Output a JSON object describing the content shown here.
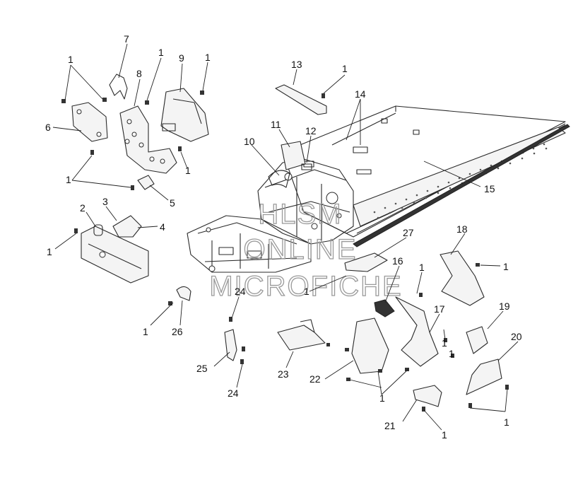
{
  "watermark": {
    "line1": "HLSM",
    "line2": "ONLINE",
    "line3": "MICROFICHE"
  },
  "callouts": {
    "c1a": "1",
    "c1b": "1",
    "c1c": "1",
    "c1d": "1",
    "c1e": "1",
    "c1f": "1",
    "c1g": "1",
    "c1h": "1",
    "c1i": "1",
    "c1j": "1",
    "c1k": "1",
    "c1l": "1",
    "c1m": "1",
    "c1n": "1",
    "c1o": "1",
    "c2": "2",
    "c3": "3",
    "c4": "4",
    "c5": "5",
    "c6": "6",
    "c7": "7",
    "c8": "8",
    "c9": "9",
    "c10": "10",
    "c11": "11",
    "c12": "12",
    "c13": "13",
    "c14": "14",
    "c15": "15",
    "c16": "16",
    "c17": "17",
    "c18": "18",
    "c19": "19",
    "c20": "20",
    "c21": "21",
    "c22": "22",
    "c23": "23",
    "c24a": "24",
    "c24b": "24",
    "c25": "25",
    "c26": "26",
    "c27": "27"
  }
}
